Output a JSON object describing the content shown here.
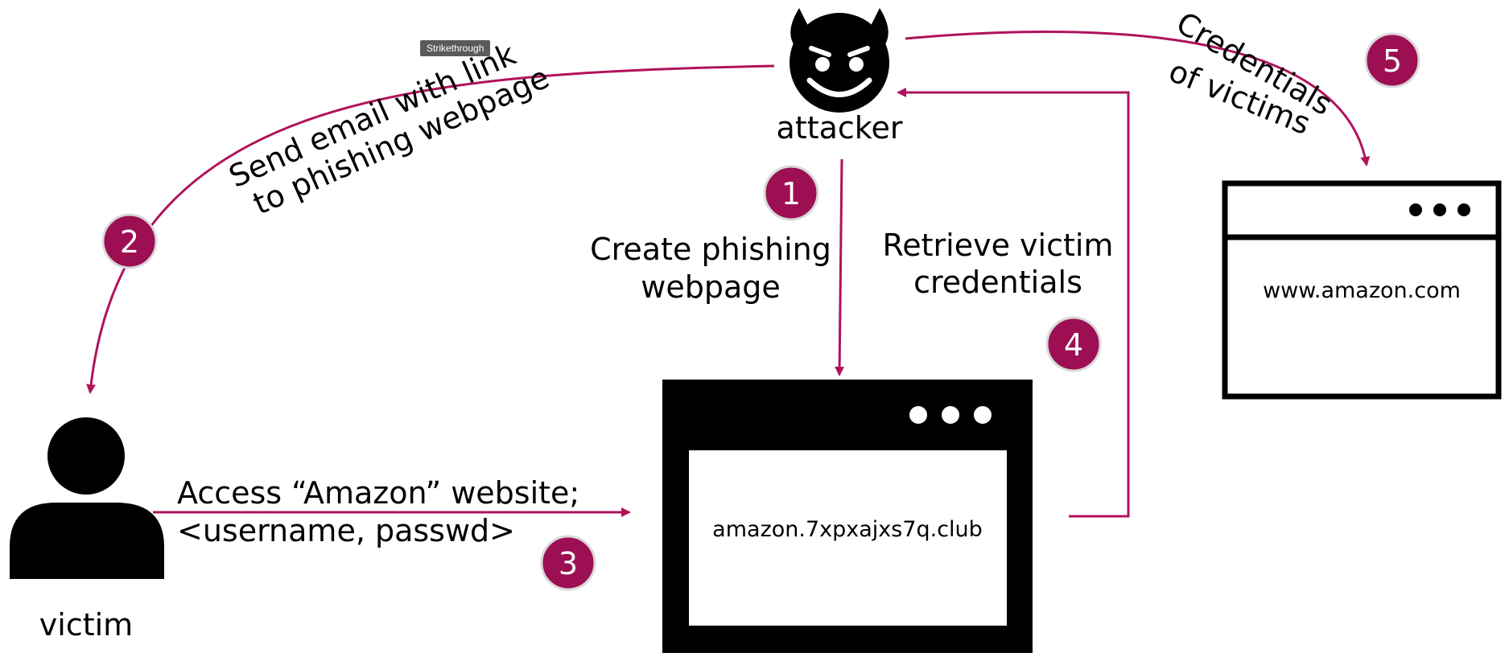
{
  "tooltip": "Strikethrough",
  "attacker_label": "attacker",
  "victim_label": "victim",
  "steps": {
    "s1": {
      "number": "1",
      "text_line1": "Create phishing",
      "text_line2": "webpage"
    },
    "s2": {
      "number": "2",
      "text_line1": "Send email with link",
      "text_line2": "to phishing webpage"
    },
    "s3": {
      "number": "3",
      "text_line1": "Access “Amazon” website;",
      "text_line2": "<username, passwd>"
    },
    "s4": {
      "number": "4",
      "text_line1": "Retrieve victim",
      "text_line2": "credentials"
    },
    "s5": {
      "number": "5",
      "text_line1": "Credentials",
      "text_line2": "of victims"
    }
  },
  "phishing_site_url": "amazon.7xpxajxs7q.club",
  "real_site_url": "www.amazon.com",
  "colors": {
    "accent": "#b0125b",
    "badge": "#9c0f52",
    "ink": "#000000"
  },
  "icons": [
    "devil-icon",
    "user-icon",
    "browser-window-icon"
  ]
}
